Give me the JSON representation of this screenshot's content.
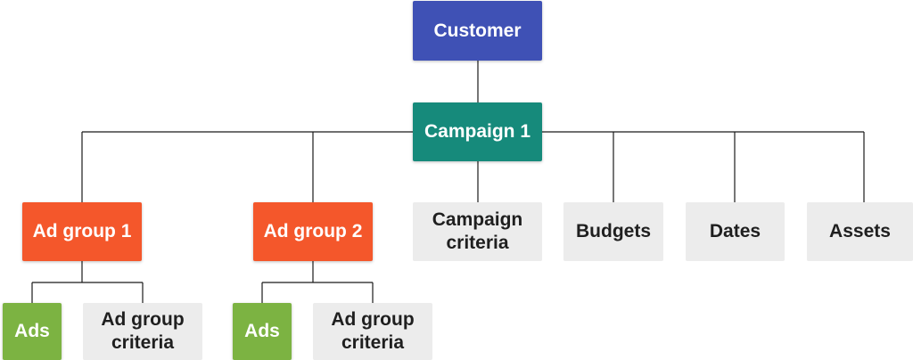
{
  "colors": {
    "customer": "#3f51b5",
    "campaign": "#168a7b",
    "ad_group": "#f4572b",
    "ads": "#7cb342",
    "light_node": "#ececec",
    "connector": "#1a1a1a"
  },
  "nodes": {
    "customer": "Customer",
    "campaign_1": "Campaign 1",
    "ad_group_1": "Ad group 1",
    "ad_group_2": "Ad group 2",
    "campaign_criteria": "Campaign\ncriteria",
    "budgets": "Budgets",
    "dates": "Dates",
    "assets": "Assets",
    "ads_1": "Ads",
    "ad_group_criteria_1": "Ad group\ncriteria",
    "ads_2": "Ads",
    "ad_group_criteria_2": "Ad group\ncriteria"
  }
}
